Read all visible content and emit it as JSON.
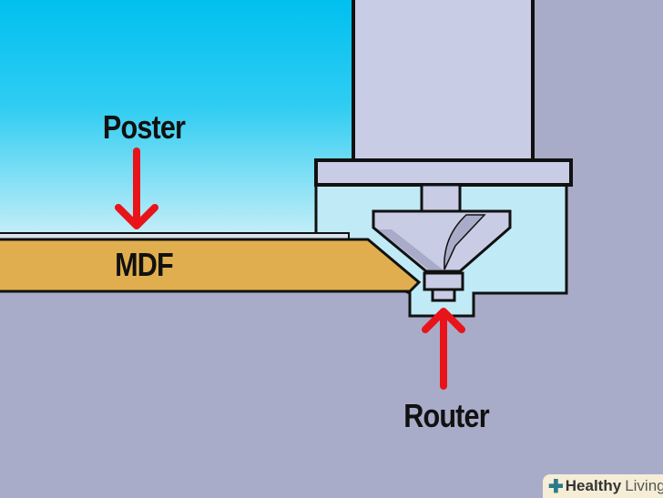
{
  "labels": {
    "poster": "Poster",
    "mdf": "MDF",
    "router": "Router"
  },
  "watermark": {
    "brand_bold": "Healthy",
    "brand_light": "Living",
    "icon": "cross-leaf-icon"
  },
  "colors": {
    "background": "#a8acc8",
    "sky": "#00c0f0",
    "mdf": "#e0ae4e",
    "arrow": "#e8141a",
    "router": "#c8cce4"
  }
}
